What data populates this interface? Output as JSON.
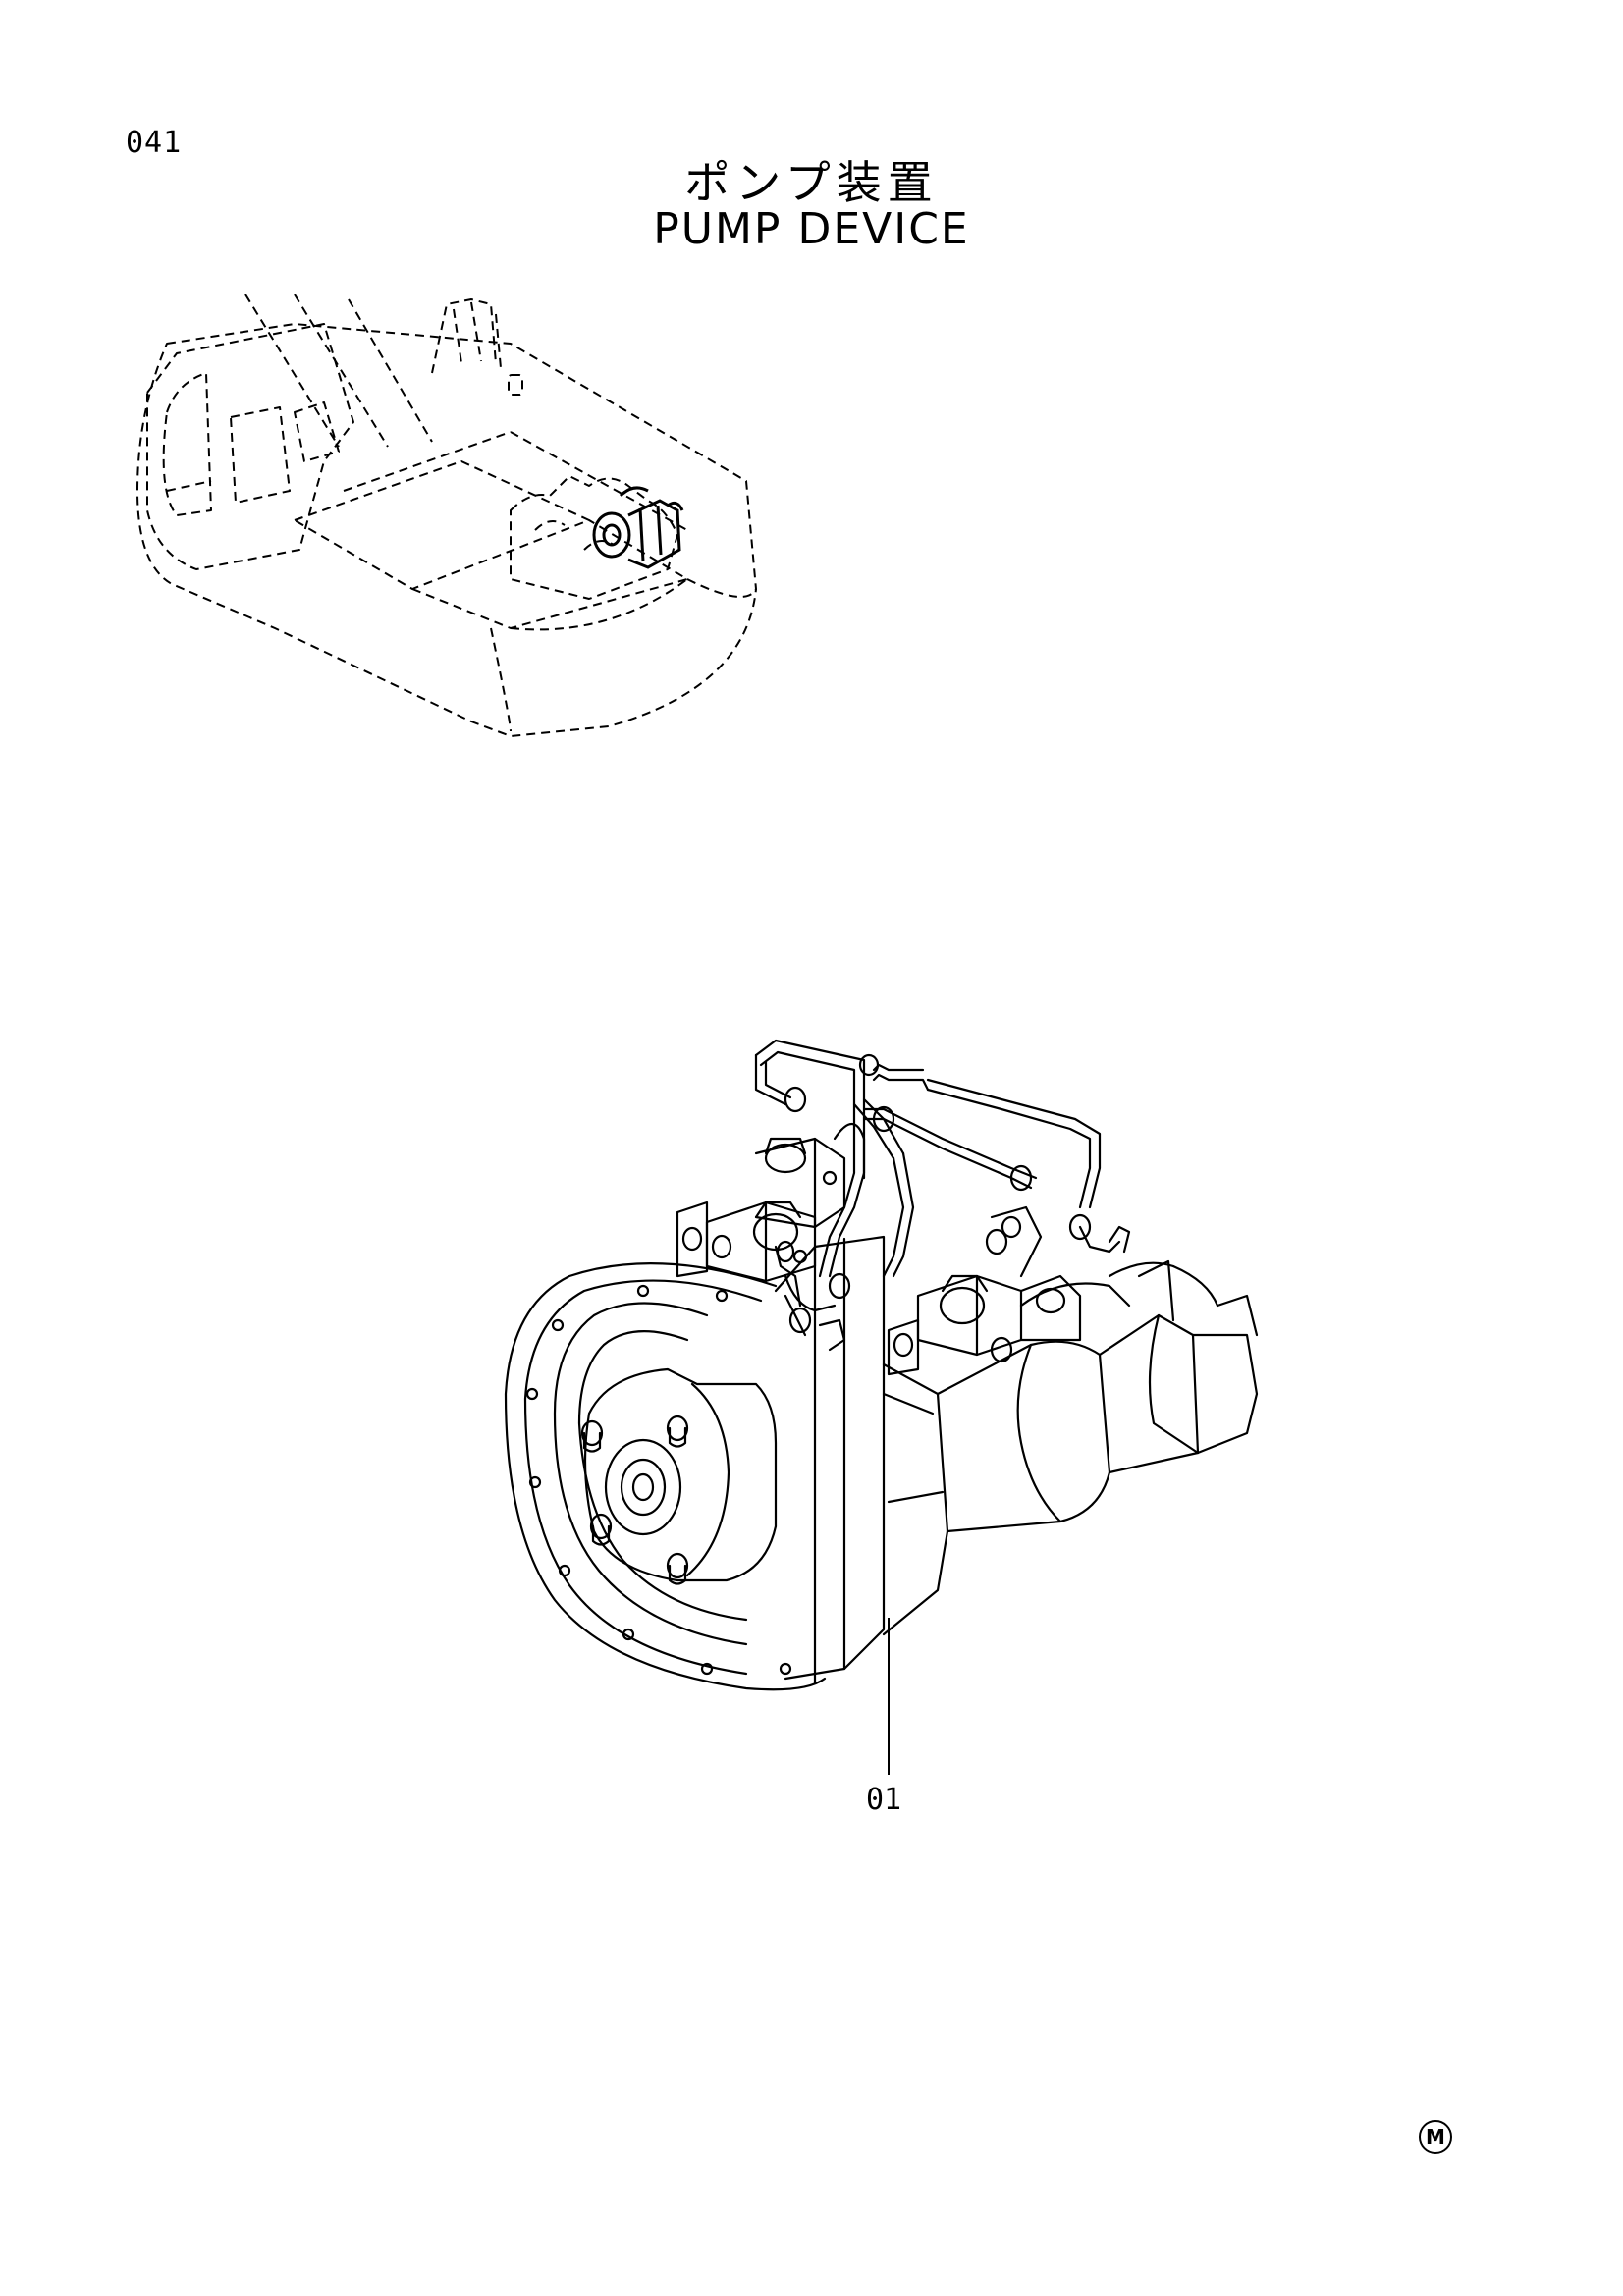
{
  "page": {
    "number": "041",
    "title_jp": "ポンプ装置",
    "title_en": "PUMP DEVICE",
    "mark": "M"
  },
  "callouts": [
    {
      "label": "01"
    }
  ],
  "colors": {
    "ink": "#000000",
    "paper": "#ffffff"
  }
}
